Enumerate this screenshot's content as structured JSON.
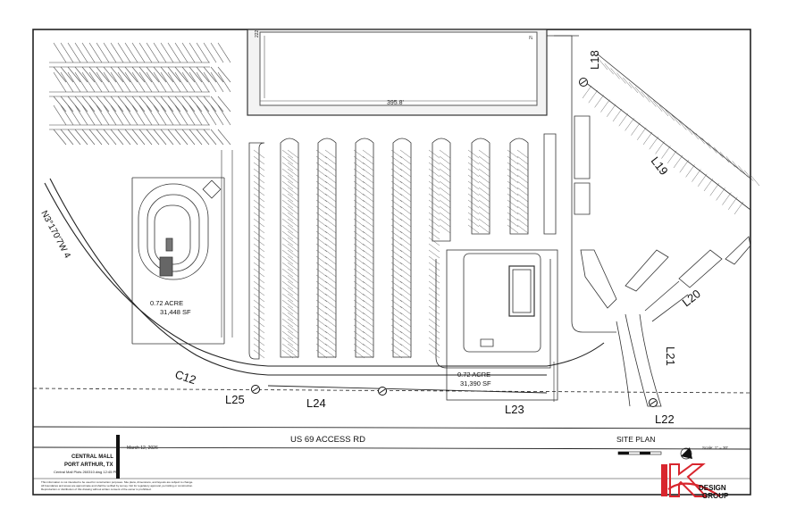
{
  "drawing": {
    "building_width_dim": "395.8'",
    "left_dim_text": "222",
    "right_dim_text": "2!",
    "north_arrow_symbol": "N",
    "boundary_bearing": "N3°170'7W 4"
  },
  "parcels": {
    "left": {
      "acre": "0.72 ACRE",
      "sf": "31,448 SF"
    },
    "right": {
      "acre": "0.72 ACRE",
      "sf": "31,390 SF"
    }
  },
  "segments": {
    "l18": "L18",
    "l19": "L19",
    "l20": "L20",
    "l21": "L21",
    "l22": "L22",
    "l23": "L23",
    "l24": "L24",
    "l25": "L25",
    "c12": "C12"
  },
  "road": {
    "name": "US 69 ACCESS RD"
  },
  "title_block": {
    "date": "March 12, 2026",
    "project_line1": "CENTRAL MALL",
    "project_line2": "PORT ARTHUR, TX",
    "file_note": "Central Mall Plots 260310.dwg 12:45 PM",
    "site_plan": "SITE PLAN",
    "scale": "Scale: 1\" = 30'",
    "disclaimer_1": "This information is not intended to be used for construction purposes. Site plans, dimensions, and layouts are subject to change.",
    "disclaimer_2": "All boundaries and areas are approximate and shall be verified by survey. Not for regulatory approval, permitting or construction.",
    "disclaimer_3": "Reproduction or distribution of this drawing without written consent of the owner is prohibited."
  },
  "logo": {
    "letter": "K",
    "line1": "DESIGN",
    "line2": "GROUP"
  },
  "colors": {
    "line": "#222222",
    "logo_red": "#d8262e",
    "grey": "#666666"
  }
}
